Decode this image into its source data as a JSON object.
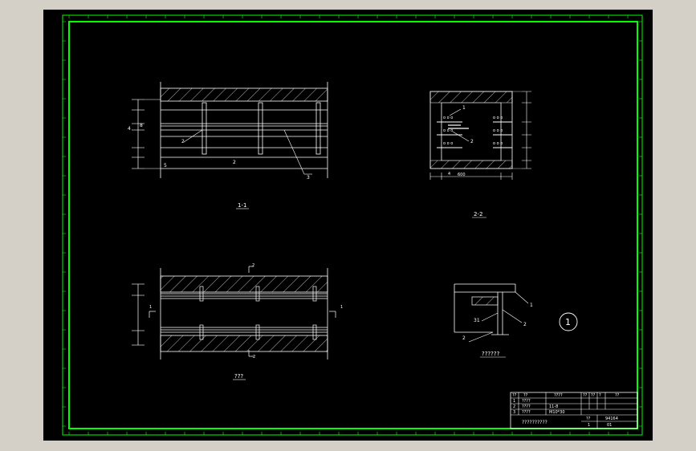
{
  "viewport": {
    "background": "#000000",
    "frame_color": "#00ff00",
    "line_color": "#ffffff",
    "hatch_color": "#ffffff"
  },
  "views": {
    "section_1_1": {
      "caption": "1-1",
      "labels": [
        "2",
        "3",
        "2",
        "4",
        "5",
        "8"
      ]
    },
    "section_2_2": {
      "caption": "2-2",
      "labels": [
        "1",
        "2",
        "600",
        "4"
      ]
    },
    "plan": {
      "caption": "???",
      "top_marker": "2",
      "bottom_marker": "2",
      "left_marker": "1",
      "right_marker": "1"
    },
    "detail": {
      "caption": "??????",
      "labels": [
        "1",
        "2",
        "2",
        "31"
      ],
      "callout_number": "1"
    }
  },
  "title_block": {
    "header": [
      "??",
      "??",
      "????",
      "??",
      "??",
      "?",
      "??"
    ],
    "rows": [
      [
        "1",
        "????"
      ],
      [
        "2",
        "????",
        "11-8"
      ],
      [
        "3",
        "????",
        "M10*30"
      ]
    ],
    "title": "??????????",
    "drawing_number": "94164",
    "scale_label": "??",
    "sheet": "1",
    "sheet_total": "01"
  }
}
